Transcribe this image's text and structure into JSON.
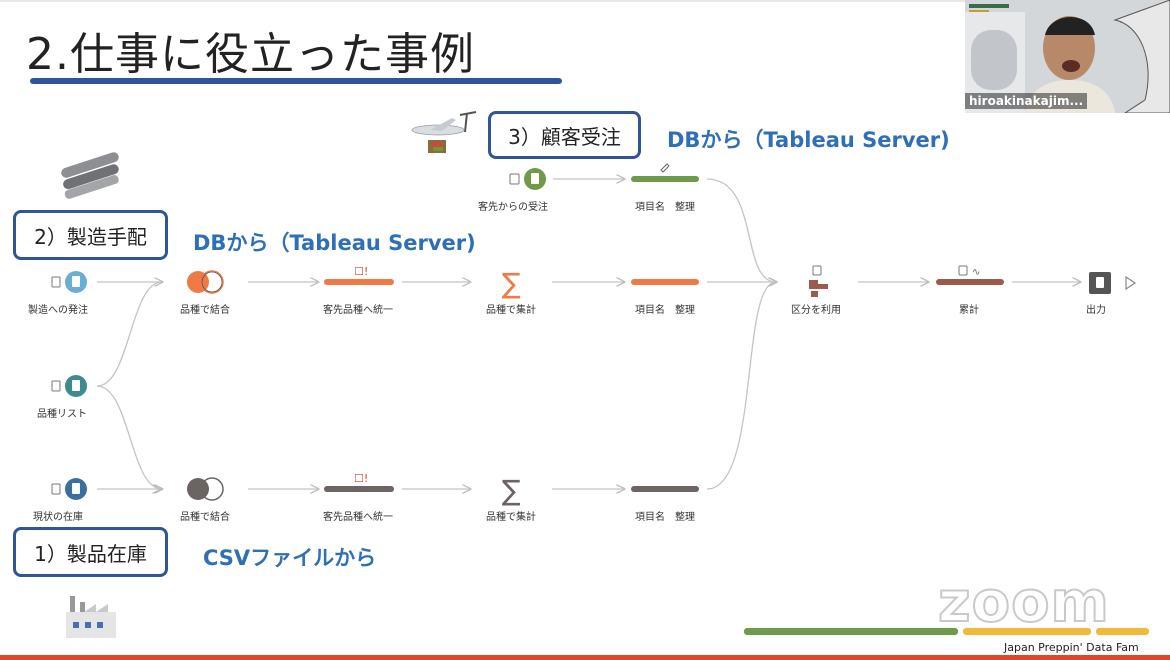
{
  "slide": {
    "title": "2.仕事に役立った事例",
    "sections": {
      "order": {
        "label": "3）顧客受注",
        "source": "DBから（Tableau Server)"
      },
      "procure": {
        "label": "2）製造手配",
        "source": "DBから（Tableau Server)"
      },
      "stock": {
        "label": "1）製品在庫",
        "source": "CSVファイルから"
      }
    },
    "nodes": {
      "order_input": "客先からの受注",
      "order_clean": "項目名　整理",
      "procure_input": "製造への発注",
      "item_list": "品種リスト",
      "stock_input": "現状の在庫",
      "join_top": "品種で結合",
      "unify_top": "客先品種へ統一",
      "agg_top": "品種で集計",
      "clean_top": "項目名　整理",
      "join_bottom": "品種で結合",
      "unify_bottom": "客先品種へ統一",
      "agg_bottom": "品種で集計",
      "clean_bottom": "項目名　整理",
      "pivot": "区分を利用",
      "cumulative": "累計",
      "output": "出力"
    }
  },
  "colors": {
    "accent_blue": "#2f5597",
    "source_blue": "#2e6fb5",
    "order_green": "#6e9a4a",
    "procure_orange": "#ef7a45",
    "stock_gray": "#6b6463",
    "pivot_brown": "#9a5a4c",
    "input_blue": "#6aaed6",
    "input_teal": "#3f8a8c",
    "input_navy": "#3b6fa0",
    "footer_green": "#6e9a4a",
    "footer_yellow": "#f0b93a",
    "strip_red": "#e0462b"
  },
  "icons": [
    "factory-icon",
    "airplane-icon",
    "steel-pipes-icon",
    "input-file-icon",
    "join-icon",
    "clean-step-icon",
    "aggregate-icon",
    "pivot-icon",
    "output-icon",
    "run-icon"
  ],
  "webcam": {
    "name": "hiroakinakajim..."
  },
  "zoom": {
    "logo": "zoom"
  },
  "footer": {
    "text": "Japan Preppin' Data Fam"
  }
}
